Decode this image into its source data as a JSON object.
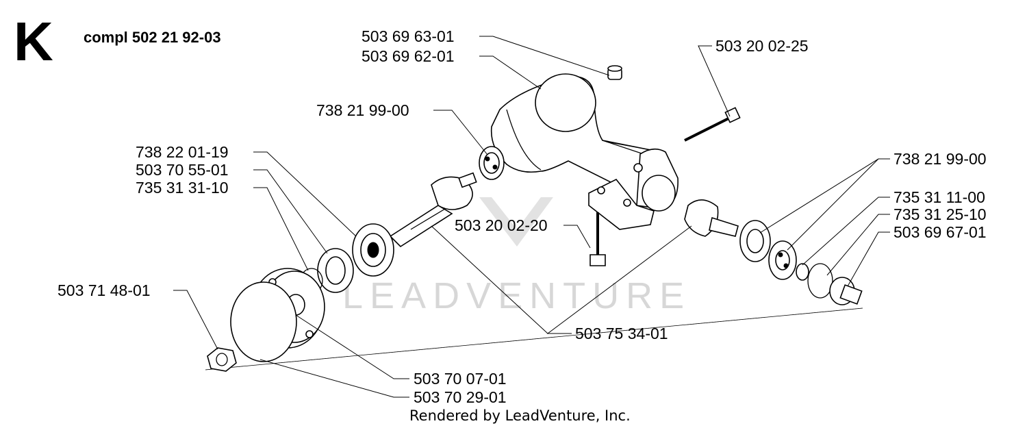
{
  "section": "K",
  "assembly": "compl 502 21 92-03",
  "watermark": "LEADVENTURE",
  "credit": "Rendered by LeadVenture, Inc.",
  "callouts": [
    {
      "id": "c1",
      "number": "503 69 63-01"
    },
    {
      "id": "c2",
      "number": "503 69 62-01"
    },
    {
      "id": "c3",
      "number": "503 20 02-25"
    },
    {
      "id": "c4",
      "number": "738 21 99-00"
    },
    {
      "id": "c5",
      "number": "738 22 01-19"
    },
    {
      "id": "c6",
      "number": "503 70 55-01"
    },
    {
      "id": "c7",
      "number": "735 31 31-10"
    },
    {
      "id": "c8",
      "number": "738 21 99-00"
    },
    {
      "id": "c9",
      "number": "735 31 11-00"
    },
    {
      "id": "c10",
      "number": "735 31 25-10"
    },
    {
      "id": "c11",
      "number": "503 69 67-01"
    },
    {
      "id": "c12",
      "number": "503 20 02-20"
    },
    {
      "id": "c13",
      "number": "503 71 48-01"
    },
    {
      "id": "c14",
      "number": "503 75 34-01"
    },
    {
      "id": "c15",
      "number": "503 70 07-01"
    },
    {
      "id": "c16",
      "number": "503 70 29-01"
    }
  ]
}
